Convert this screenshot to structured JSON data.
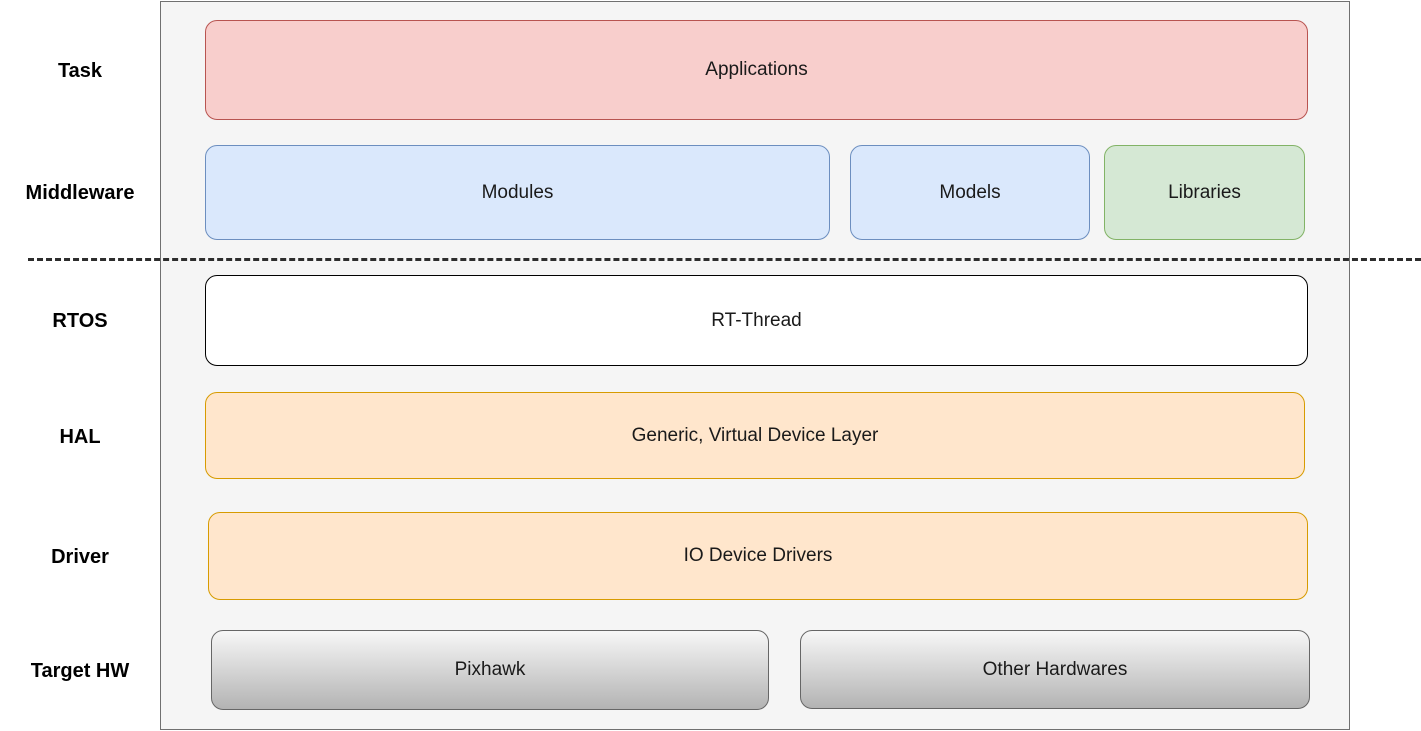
{
  "diagram": {
    "title": "Layered firmware architecture diagram",
    "divider": "dashed line separating user space (Task/Middleware) from kernel space (RTOS and below)"
  },
  "layer_labels": {
    "task": "Task",
    "middleware": "Middleware",
    "rtos": "RTOS",
    "hal": "HAL",
    "driver": "Driver",
    "target_hw": "Target HW"
  },
  "boxes": {
    "applications": "Applications",
    "modules": "Modules",
    "models": "Models",
    "libraries": "Libraries",
    "rtos": "RT-Thread",
    "hal": "Generic, Virtual Device Layer",
    "driver": "IO Device Drivers",
    "pixhawk": "Pixhawk",
    "other_hardwares": "Other Hardwares"
  },
  "colors": {
    "red_fill": "#f8cecc",
    "red_stroke": "#b85450",
    "blue_fill": "#dae8fc",
    "blue_stroke": "#6c8ebf",
    "green_fill": "#d5e8d4",
    "green_stroke": "#82b366",
    "orange_fill": "#ffe6cc",
    "orange_stroke": "#d79b00",
    "white_fill": "#ffffff",
    "black_stroke": "#000000",
    "gray_gradient_top": "#f7f7f7",
    "gray_gradient_bottom": "#b3b3b3",
    "gray_stroke": "#666666",
    "panel_background": "#f5f5f5",
    "panel_border": "#707070",
    "divider_color": "#2d2d2d",
    "label_color": "#000000"
  }
}
